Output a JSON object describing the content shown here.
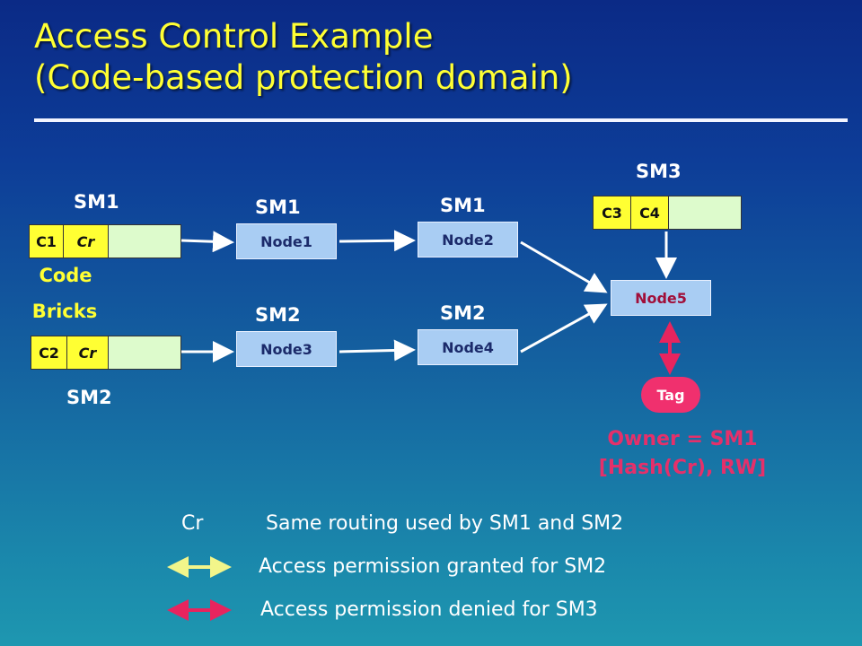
{
  "title": {
    "line1": "Access Control Example",
    "line2": "(Code-based protection domain)"
  },
  "bricks": [
    {
      "cells": [
        "C1",
        "Cr"
      ],
      "label_top": "SM1"
    },
    {
      "cells": [
        "C2",
        "Cr"
      ],
      "label_bottom": "SM2"
    },
    {
      "cells": [
        "C3",
        "C4"
      ],
      "label_top": "SM3"
    }
  ],
  "code_bricks_label": {
    "line1": "Code",
    "line2": "Bricks"
  },
  "nodes": [
    {
      "label": "Node1",
      "owner": "SM1"
    },
    {
      "label": "Node2",
      "owner": "SM1"
    },
    {
      "label": "Node3",
      "owner": "SM2"
    },
    {
      "label": "Node4",
      "owner": "SM2"
    },
    {
      "label": "Node5"
    }
  ],
  "tag": "Tag",
  "owner_note": {
    "line1": "Owner = SM1",
    "line2": "[Hash(Cr), RW]"
  },
  "legend": {
    "cr_key": "Cr",
    "cr_text": "Same routing used by SM1 and SM2",
    "granted_text": "Access permission granted for SM2",
    "denied_text": "Access permission denied for SM3"
  },
  "colors": {
    "highlight": "#ffff33",
    "granted": "#f2f58a",
    "denied": "#e8245e",
    "node_fill": "#a9cdf3",
    "brick_tail": "#ddfbcc"
  }
}
